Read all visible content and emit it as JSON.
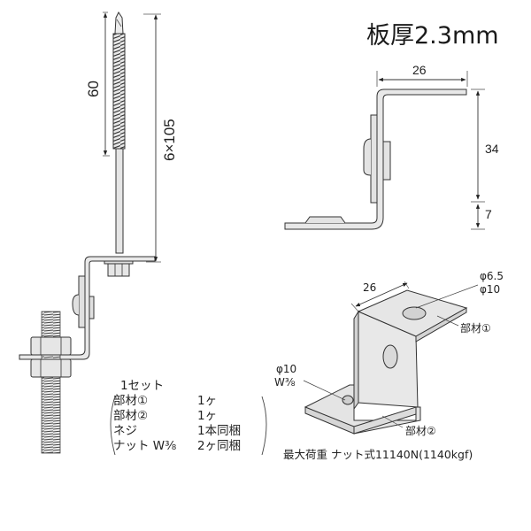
{
  "title": "板厚2.3mm",
  "screw_diagram": {
    "thread_length": "60",
    "screw_size": "6×105"
  },
  "side_view": {
    "top_width": "26",
    "upper_height": "34",
    "lower_height": "7"
  },
  "iso_view": {
    "width_label": "26",
    "hole_top_small": "φ6.5",
    "hole_top_large": "φ10",
    "part1_label": "部材①",
    "hole_bottom_size": "φ10",
    "hole_bottom_thread": "W⅜",
    "part2_label": "部材②"
  },
  "set_contents": {
    "header": "1セット",
    "items": [
      {
        "name": "部材①",
        "qty": "1ヶ"
      },
      {
        "name": "部材②",
        "qty": "1ヶ"
      },
      {
        "name": "ネジ",
        "qty": "1本同梱"
      },
      {
        "name": "ナット W⅜",
        "qty": "2ヶ同梱"
      }
    ]
  },
  "max_load": "最大荷重  ナット式11140N(1140kgf)",
  "colors": {
    "line": "#333333",
    "metal_fill": "#e6e6e6",
    "metal_dark": "#cfcfcf",
    "background": "#ffffff"
  }
}
